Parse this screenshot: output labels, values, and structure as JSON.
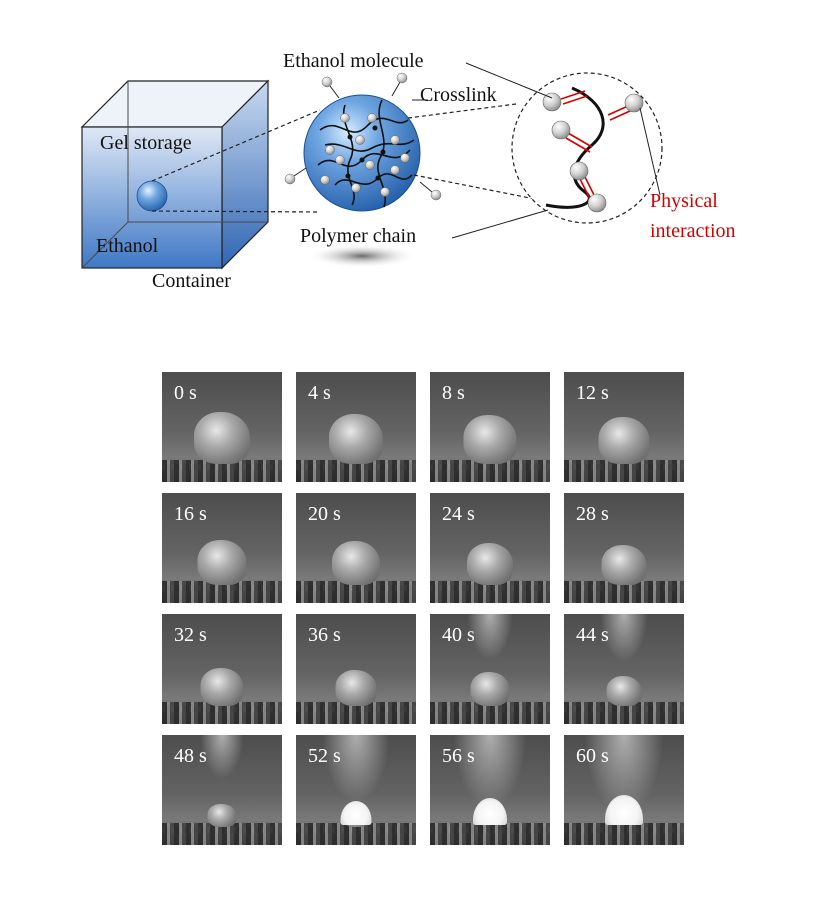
{
  "diagram": {
    "labels": {
      "ethanol_molecule": "Ethanol molecule",
      "crosslink": "Crosslink",
      "gel_storage": "Gel storage",
      "ethanol": "Ethanol",
      "container": "Container",
      "polymer_chain": "Polymer chain",
      "physical": "Physical",
      "interaction": "interaction"
    },
    "colors": {
      "liquid_top": "#dbe6f4",
      "liquid_bottom": "#3f78c6",
      "sphere": "#4f8fd6",
      "highlight_red": "#d40000"
    }
  },
  "frames": [
    {
      "time": "0 s",
      "sample": 1.0,
      "flame": 0
    },
    {
      "time": "4 s",
      "sample": 0.95,
      "flame": 0
    },
    {
      "time": "8 s",
      "sample": 0.92,
      "flame": 0
    },
    {
      "time": "12 s",
      "sample": 0.88,
      "flame": 0
    },
    {
      "time": "16 s",
      "sample": 0.82,
      "flame": 0
    },
    {
      "time": "20 s",
      "sample": 0.8,
      "flame": 0
    },
    {
      "time": "24 s",
      "sample": 0.74,
      "flame": 0
    },
    {
      "time": "28 s",
      "sample": 0.7,
      "flame": 0
    },
    {
      "time": "32 s",
      "sample": 0.65,
      "flame": 0
    },
    {
      "time": "36 s",
      "sample": 0.6,
      "flame": 0
    },
    {
      "time": "40 s",
      "sample": 0.55,
      "flame": 0.15
    },
    {
      "time": "44 s",
      "sample": 0.45,
      "flame": 0.2
    },
    {
      "time": "48 s",
      "sample": 0.28,
      "flame": 0.1
    },
    {
      "time": "52 s",
      "sample": 0.18,
      "flame": 0.7
    },
    {
      "time": "56 s",
      "sample": 0,
      "flame": 0.85
    },
    {
      "time": "60 s",
      "sample": 0,
      "flame": 1.0
    }
  ]
}
